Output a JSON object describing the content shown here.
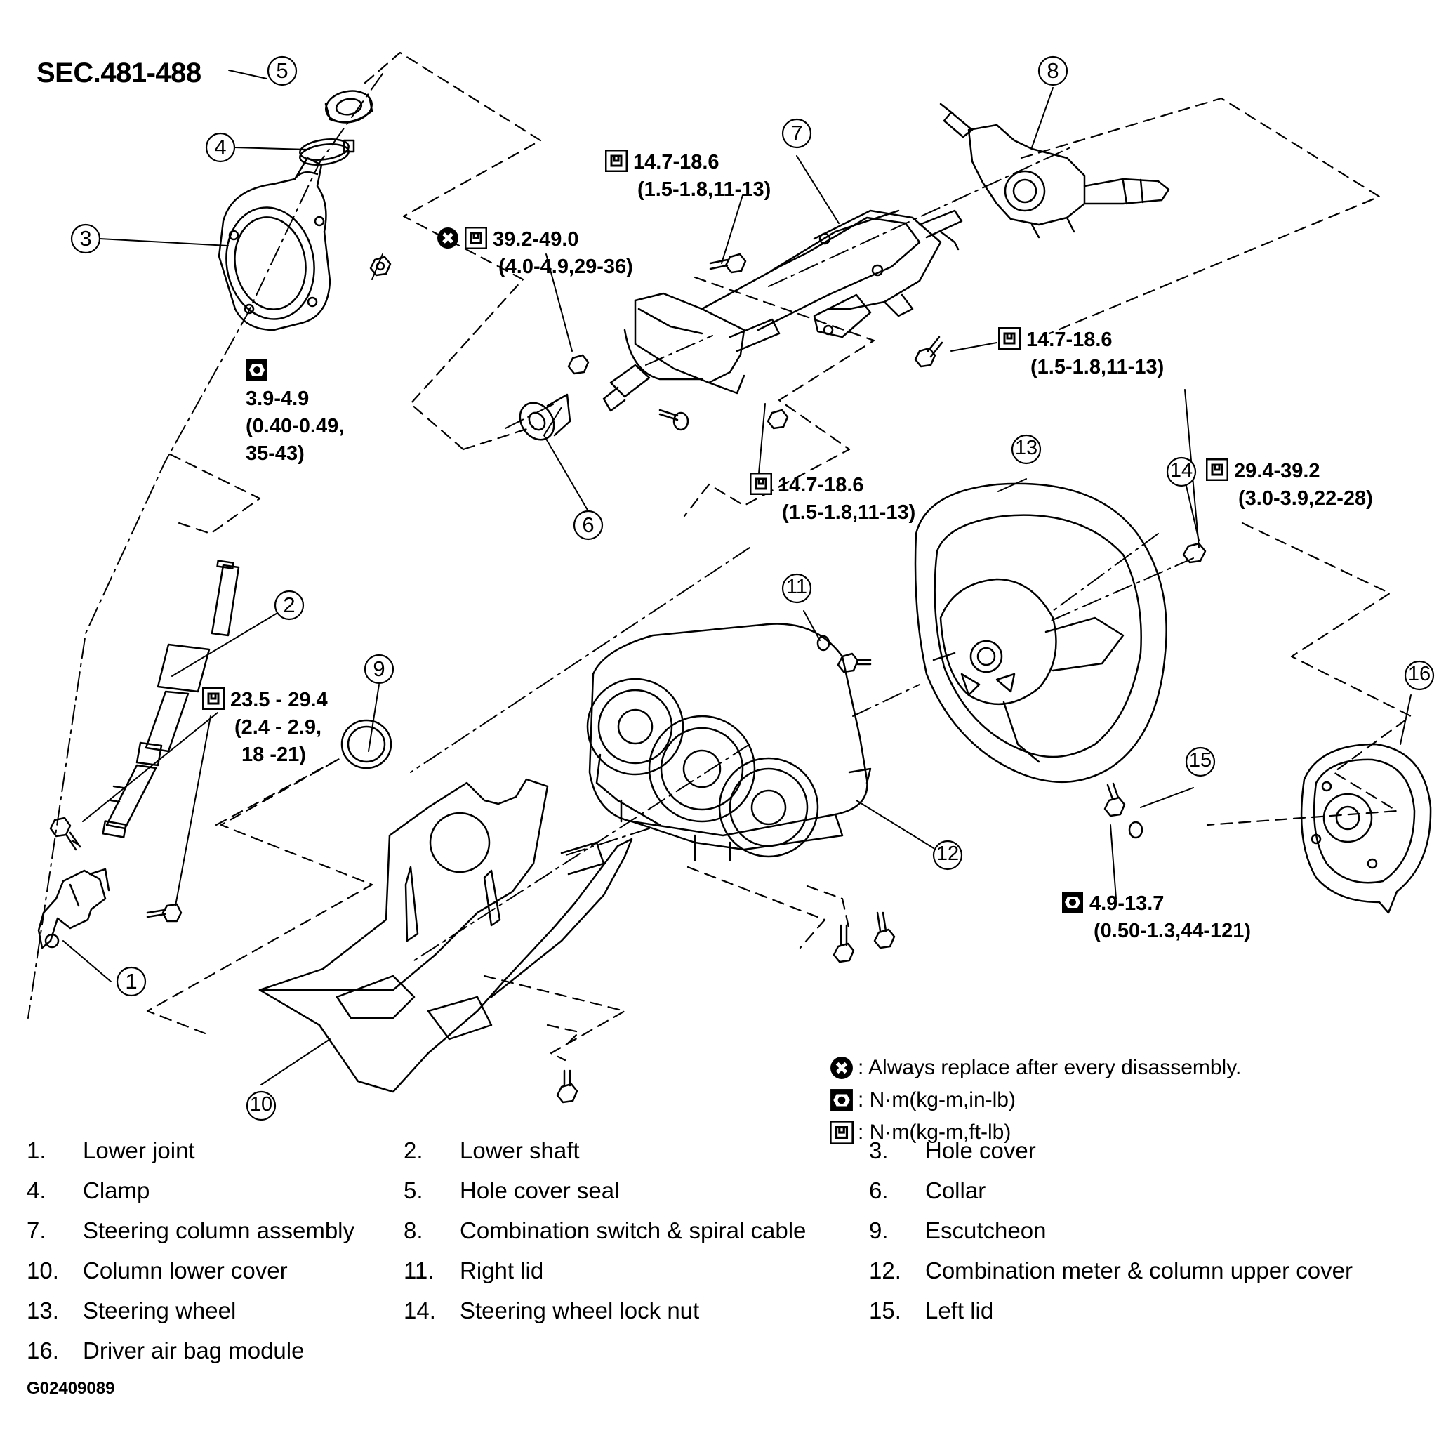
{
  "section_title": "SEC.481-488",
  "figure_id": "G02409089",
  "callouts": [
    "1",
    "2",
    "3",
    "4",
    "5",
    "6",
    "7",
    "8",
    "9",
    "10",
    "11",
    "12",
    "13",
    "14",
    "15",
    "16"
  ],
  "torques": {
    "t_hole_cover_nut": {
      "icon": "nm-inlb-icon",
      "l1": "3.9-4.9",
      "l2": "(0.40-0.49,",
      "l3": "35-43)"
    },
    "t_column_top": {
      "icon": "nm-ftlb-icon",
      "l1": "14.7-18.6",
      "l2": "(1.5-1.8,11-13)"
    },
    "t_column_joint": {
      "icon": "nm-ftlb-icon",
      "replace": true,
      "l1": "39.2-49.0",
      "l2": "(4.0-4.9,29-36)"
    },
    "t_column_right": {
      "icon": "nm-ftlb-icon",
      "l1": "14.7-18.6",
      "l2": "(1.5-1.8,11-13)"
    },
    "t_column_lower": {
      "icon": "nm-ftlb-icon",
      "l1": "14.7-18.6",
      "l2": "(1.5-1.8,11-13)"
    },
    "t_lower_joint": {
      "icon": "nm-ftlb-icon",
      "l1": "23.5 - 29.4",
      "l2": "(2.4 - 2.9,",
      "l3": "18 -21)"
    },
    "t_lock_nut": {
      "icon": "nm-ftlb-icon",
      "l1": "29.4-39.2",
      "l2": "(3.0-3.9,22-28)"
    },
    "t_airbag_bolt": {
      "icon": "nm-inlb-icon",
      "l1": "4.9-13.7",
      "l2": "(0.50-1.3,44-121)"
    }
  },
  "legend": [
    {
      "icon": "replace-icon",
      "text": ": Always replace after every disassembly."
    },
    {
      "icon": "nm-inlb-icon",
      "text": ": N·m(kg-m,in-lb)"
    },
    {
      "icon": "nm-ftlb-icon",
      "text": ": N·m(kg-m,ft-lb)"
    }
  ],
  "parts": [
    {
      "num": "1.",
      "name": "Lower joint"
    },
    {
      "num": "2.",
      "name": "Lower shaft"
    },
    {
      "num": "3.",
      "name": "Hole cover"
    },
    {
      "num": "4.",
      "name": "Clamp"
    },
    {
      "num": "5.",
      "name": "Hole cover seal"
    },
    {
      "num": "6.",
      "name": "Collar"
    },
    {
      "num": "7.",
      "name": "Steering column assembly"
    },
    {
      "num": "8.",
      "name": "Combination switch & spiral cable"
    },
    {
      "num": "9.",
      "name": "Escutcheon"
    },
    {
      "num": "10.",
      "name": "Column lower cover"
    },
    {
      "num": "11.",
      "name": "Right lid"
    },
    {
      "num": "12.",
      "name": "Combination meter & column upper cover"
    },
    {
      "num": "13.",
      "name": "Steering wheel"
    },
    {
      "num": "14.",
      "name": "Steering wheel lock nut"
    },
    {
      "num": "15.",
      "name": "Left lid"
    },
    {
      "num": "16.",
      "name": "Driver air bag module"
    }
  ]
}
